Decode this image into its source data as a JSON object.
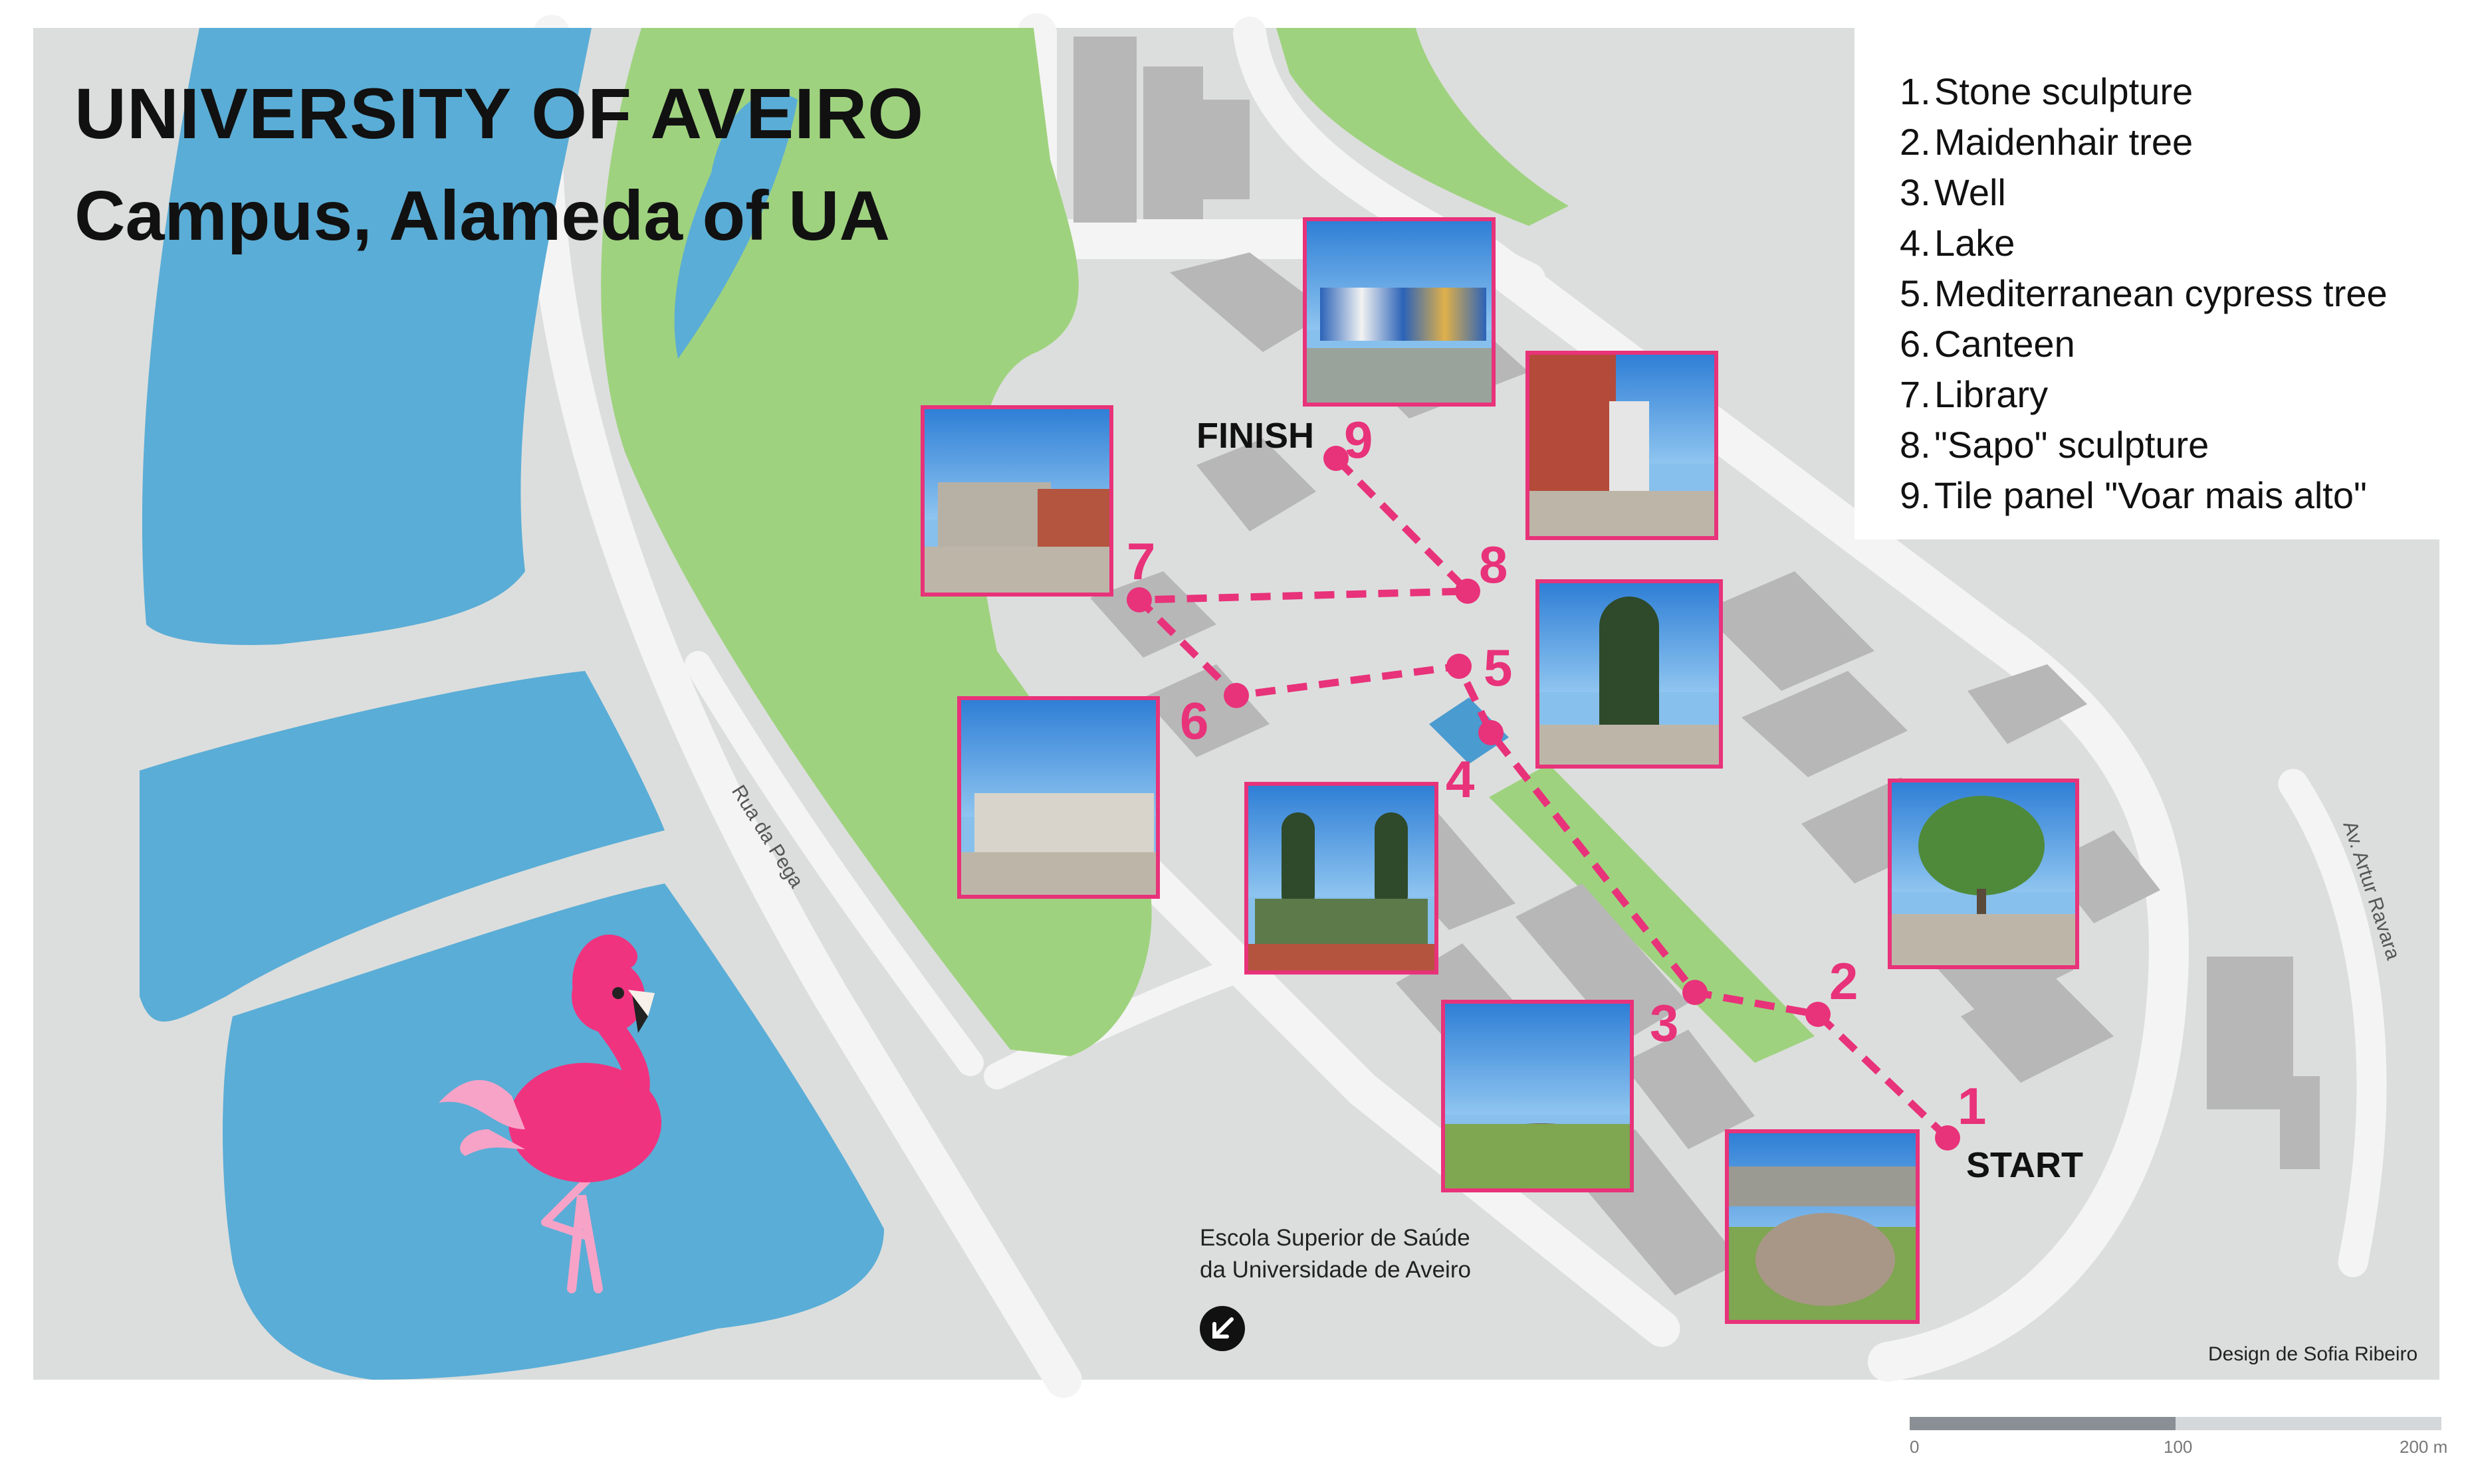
{
  "title": "UNIVERSITY OF AVEIRO",
  "subtitle": "Campus, Alameda of UA",
  "legend": [
    {
      "num": "1.",
      "label": "Stone sculpture"
    },
    {
      "num": "2.",
      "label": "Maidenhair tree"
    },
    {
      "num": "3.",
      "label": "Well"
    },
    {
      "num": "4.",
      "label": "Lake"
    },
    {
      "num": "5.",
      "label": "Mediterranean cypress tree"
    },
    {
      "num": "6.",
      "label": "Canteen"
    },
    {
      "num": "7.",
      "label": "Library"
    },
    {
      "num": "8.",
      "label": "\"Sapo\" sculpture"
    },
    {
      "num": "9.",
      "label": "Tile panel \"Voar mais alto\""
    }
  ],
  "route": {
    "start_label": "START",
    "finish_label": "FINISH",
    "stop_numbers": [
      "1",
      "2",
      "3",
      "4",
      "5",
      "6",
      "7",
      "8",
      "9"
    ]
  },
  "street_labels": {
    "rua_da_pega": "Rua da Pega",
    "av_artur_ravara": "Av. Artur Ravara"
  },
  "school_label": {
    "line1": "Escola Superior de Saúde",
    "line2": "da Universidade de Aveiro"
  },
  "credit": "Design de Sofia Ribeiro",
  "scale_bar": {
    "ticks": [
      "0",
      "100",
      "200 m"
    ]
  },
  "icons": {
    "flamingo": "flamingo-icon",
    "school_marker": "arrow-down-left-icon"
  },
  "colors": {
    "water": "#5aadd6",
    "green": "#9fd27f",
    "ground": "#dcdedd",
    "road": "#f4f4f4",
    "building": "#b7b7b7",
    "route": "#e8327a"
  }
}
